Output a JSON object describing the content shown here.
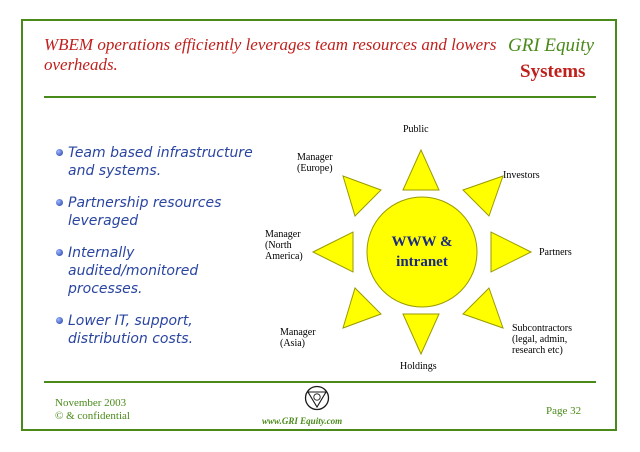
{
  "header": {
    "title": "WBEM operations efficiently leverages team resources and lowers overheads.",
    "brand_line1": "GRI Equity",
    "brand_line2": "Systems"
  },
  "bullets": [
    "Team based infrastructure and systems.",
    "Partnership resources leveraged",
    "Internally audited/monitored processes.",
    "Lower IT, support, distribution costs."
  ],
  "diagram": {
    "center": [
      "WWW &",
      "intranet"
    ],
    "labels": {
      "public": "Public",
      "manager_europe": [
        "Manager",
        "(Europe)"
      ],
      "investors": "Investors",
      "manager_na": [
        "Manager",
        "(North",
        "America)"
      ],
      "partners": "Partners",
      "manager_asia": [
        "Manager",
        "(Asia)"
      ],
      "subcontractors": [
        "Subcontractors",
        "(legal, admin,",
        "research etc)"
      ],
      "holdings": "Holdings"
    }
  },
  "footer": {
    "date": "November 2003",
    "confidential": "© & confidential",
    "url": "www.GRI Equity.com",
    "page": "Page 32"
  },
  "colors": {
    "green": "#4a8a1a",
    "red": "#c0201c",
    "blue": "#2a45a0",
    "sun_fill": "#ffff00",
    "sun_stroke": "#9a9a00"
  }
}
